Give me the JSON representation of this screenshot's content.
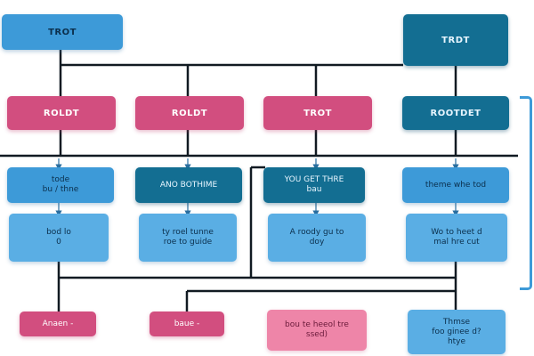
{
  "colors": {
    "line": "#111a22",
    "arrow": "#2a6fa0",
    "blue": "#3d9ad8",
    "teal": "#136e92",
    "pink": "#d24e7f",
    "light_pink": "#ee85a8"
  },
  "nodes": {
    "top_left": "TROT",
    "top_right": "TRDT",
    "r1_c1": "ROLDT",
    "r1_c2": "ROLDT",
    "r1_c3": "TROT",
    "r1_c4": "ROOTDET",
    "r2_c1": "tode\nbu / thne",
    "r2_c2": "ANO BOTHIME",
    "r2_c3": "YOU GET THRE\nbau",
    "r2_c4": "theme whe tod",
    "r3_c1": "bod lo\n0",
    "r3_c2": "ty roel tunne\nroe to guide",
    "r3_c3": "A roody gu to\ndoy",
    "r3_c4": "Wo to heet d\nmal hre cut",
    "r4_c1": "Anaen -",
    "r4_c2": "baue -",
    "r4_c3": "bou te heeol tre\nssed)",
    "r4_c4": "Thmse\nfoo ginee d?\nhtye"
  }
}
